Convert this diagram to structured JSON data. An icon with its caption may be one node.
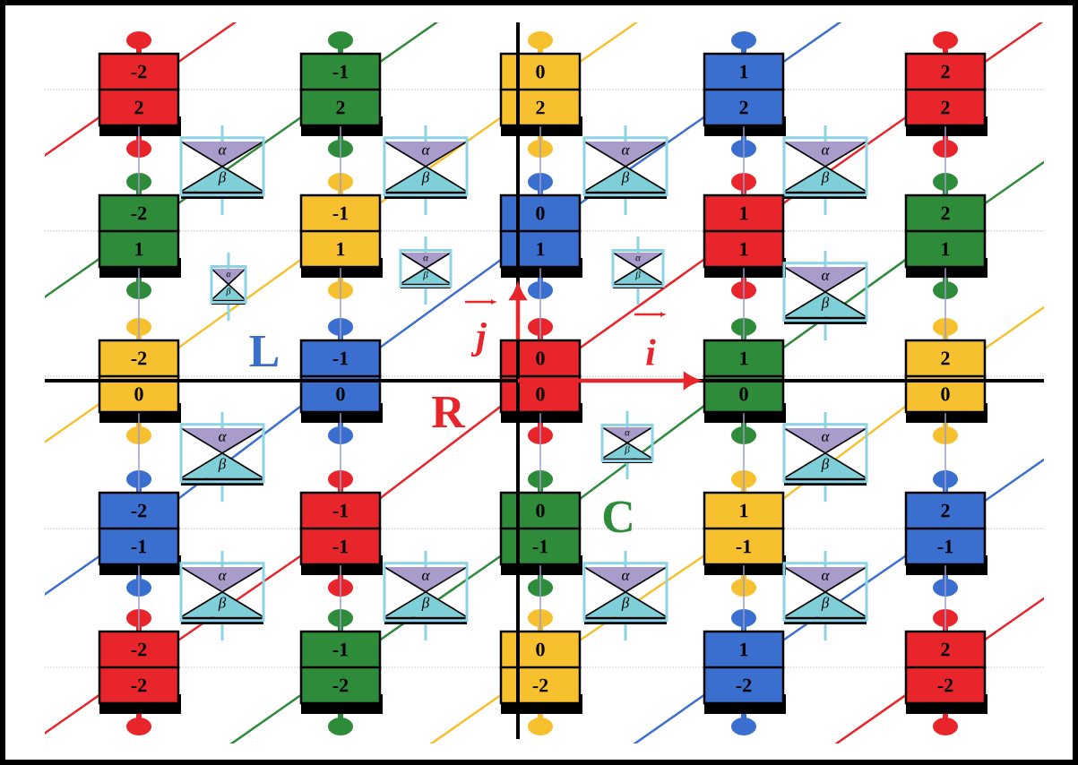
{
  "diagram": {
    "nodes": [
      {
        "text": [
          "-2",
          "2"
        ]
      },
      {
        "text": [
          "-1",
          "2"
        ]
      },
      {
        "text": [
          "0",
          "2"
        ]
      },
      {
        "text": [
          "1",
          "2"
        ]
      },
      {
        "text": [
          "2",
          "2"
        ]
      },
      {
        "text": [
          "α",
          "β"
        ]
      },
      {
        "text": [
          "α",
          "β"
        ]
      },
      {
        "text": [
          "α",
          "β"
        ]
      },
      {
        "text": [
          "α",
          "β"
        ]
      },
      {
        "text": [
          "-2",
          "1"
        ]
      },
      {
        "text": [
          "-1",
          "1"
        ]
      },
      {
        "text": [
          "0",
          "1"
        ]
      },
      {
        "text": [
          "1",
          "1"
        ]
      },
      {
        "text": [
          "2",
          "1"
        ]
      },
      {
        "text": [
          "α",
          "β"
        ]
      },
      {
        "text": [
          "α",
          "β"
        ]
      },
      {
        "text": [
          "α",
          "β"
        ]
      },
      {
        "text": [
          "α",
          "β"
        ]
      },
      {
        "text": [
          "-2",
          "0"
        ]
      },
      {
        "text": [
          "-1",
          "0"
        ]
      },
      {
        "text": [
          "0",
          "0"
        ]
      },
      {
        "text": [
          "1",
          "0"
        ]
      },
      {
        "text": [
          "2",
          "0"
        ]
      },
      {
        "text": [
          "α",
          "β"
        ]
      },
      {
        "text": [
          "α",
          "β"
        ]
      },
      {
        "text": [
          "α",
          "β"
        ]
      },
      {
        "text": [
          "-2",
          "-1"
        ]
      },
      {
        "text": [
          "-1",
          "-1"
        ]
      },
      {
        "text": [
          "0",
          "-1"
        ]
      },
      {
        "text": [
          "1",
          "-1"
        ]
      },
      {
        "text": [
          "2",
          "-1"
        ]
      },
      {
        "text": [
          "α",
          "β"
        ]
      },
      {
        "text": [
          "α",
          "β"
        ]
      },
      {
        "text": [
          "α",
          "β"
        ]
      },
      {
        "text": [
          "α",
          "β"
        ]
      },
      {
        "text": [
          "-2",
          "-2"
        ]
      },
      {
        "text": [
          "-1",
          "-2"
        ]
      },
      {
        "text": [
          "0",
          "-2"
        ]
      },
      {
        "text": [
          "1",
          "-2"
        ]
      },
      {
        "text": [
          "2",
          "-2"
        ]
      }
    ],
    "edges": [
      {
        "from": 20,
        "to": 21,
        "arrow": "to",
        "label": "i",
        "style": "thick",
        "color": "#e8252b"
      },
      {
        "from": 20,
        "to": 11,
        "arrow": "to",
        "label": "j",
        "style": "thick",
        "color": "#e8252b"
      },
      {
        "from": 0,
        "to": 9,
        "arrow": "none"
      },
      {
        "from": 9,
        "to": 18,
        "arrow": "none"
      },
      {
        "from": 18,
        "to": 26,
        "arrow": "none"
      },
      {
        "from": 26,
        "to": 35,
        "arrow": "none"
      },
      {
        "from": 1,
        "to": 10,
        "arrow": "none"
      },
      {
        "from": 10,
        "to": 19,
        "arrow": "none"
      },
      {
        "from": 19,
        "to": 27,
        "arrow": "none"
      },
      {
        "from": 27,
        "to": 36,
        "arrow": "none"
      },
      {
        "from": 2,
        "to": 11,
        "arrow": "none"
      },
      {
        "from": 11,
        "to": 20,
        "arrow": "none"
      },
      {
        "from": 20,
        "to": 28,
        "arrow": "none"
      },
      {
        "from": 28,
        "to": 37,
        "arrow": "none"
      },
      {
        "from": 3,
        "to": 12,
        "arrow": "none"
      },
      {
        "from": 12,
        "to": 21,
        "arrow": "none"
      },
      {
        "from": 21,
        "to": 29,
        "arrow": "none"
      },
      {
        "from": 29,
        "to": 38,
        "arrow": "none"
      },
      {
        "from": 4,
        "to": 13,
        "arrow": "none"
      },
      {
        "from": 13,
        "to": 22,
        "arrow": "none"
      },
      {
        "from": 22,
        "to": 30,
        "arrow": "none"
      },
      {
        "from": 30,
        "to": 39,
        "arrow": "none"
      }
    ],
    "labels": [
      "L",
      "R",
      "C"
    ]
  }
}
